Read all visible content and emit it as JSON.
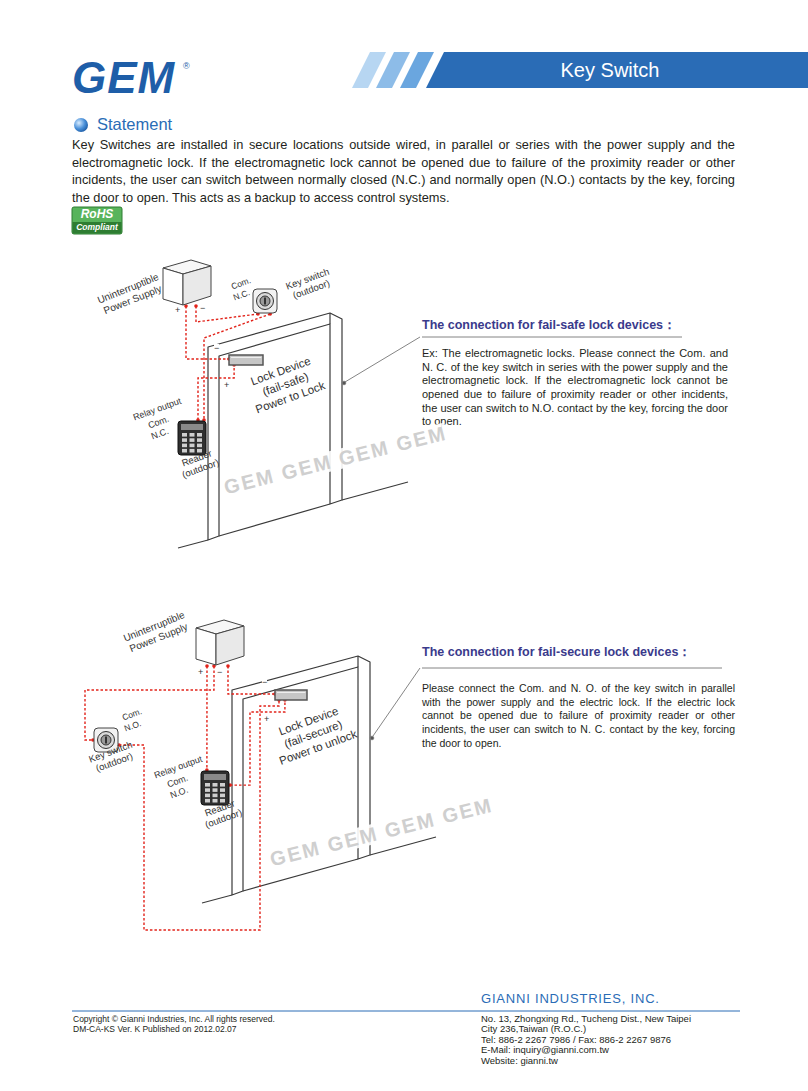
{
  "diagram": {
    "title": "Key Switch",
    "nodes": [
      {
        "text": [
          "Uninterruptible Power Supply"
        ]
      },
      {
        "text": [
          "Key switch (outdoor)"
        ]
      },
      {
        "text": [
          "Lock Device (fail-safe) Power to Lock"
        ]
      },
      {
        "text": [
          "Reader (outdoor)"
        ]
      },
      {
        "text": [
          "Uninterruptible Power Supply"
        ]
      },
      {
        "text": [
          "Key switch (outdoor)"
        ]
      },
      {
        "text": [
          "Lock Device (fail-secure) Power to unlock"
        ]
      },
      {
        "text": [
          "Reader (outdoor)"
        ]
      }
    ],
    "edges": [
      {
        "from": 0,
        "to": 1,
        "arrow": "none"
      },
      {
        "from": 1,
        "to": 3,
        "arrow": "none"
      },
      {
        "from": 3,
        "to": 2,
        "arrow": "none"
      },
      {
        "from": 0,
        "to": 2,
        "arrow": "none"
      },
      {
        "from": 4,
        "to": 7,
        "arrow": "none"
      },
      {
        "from": 4,
        "to": 5,
        "arrow": "none"
      },
      {
        "from": 5,
        "to": 6,
        "arrow": "none"
      },
      {
        "from": 7,
        "to": 6,
        "arrow": "none"
      },
      {
        "from": 4,
        "to": 6,
        "arrow": "none"
      }
    ],
    "labels": [
      "GEM",
      "®",
      "Statement",
      "Key Switches are installed in secure locations outside wired, in parallel or series with the power supply and the electromagnetic lock. If the electromagnetic lock cannot be opened due to failure of the proximity reader or other incidents, the user can switch between normally closed (N.C.) and normally open (N.O.) contacts by the key, forcing the door to open. This acts as a backup to access control systems.",
      "RoHS",
      "Compliant",
      "The connection for fail-safe lock devices：",
      "Ex: The electromagnetic locks. Please connect the Com. and N. C. of the key switch in series with the power supply and the electromagnetic lock. If the electromagnetic lock cannot be opened due to failure of proximity reader or other incidents, the user can switch to N.O. contact by the key, forcing the door to open.",
      "The connection for fail-secure lock devices：",
      "Please connect the Com. and N. O. of the key switch in parallel with the power supply and the electric lock. If the electric lock cannot be opened due to failure of proximity reader or other incidents, the user can switch to N. C. contact by the key, forcing the door to open.",
      "+",
      "−",
      "Com.",
      "N.C.",
      "−",
      "+",
      "Relay output",
      "Com.",
      "N.C.",
      "GEM GEM GEM GEM",
      "+",
      "−",
      "Com.",
      "N.O.",
      "−",
      "+",
      "Relay output",
      "Com.",
      "N.O.",
      "GEM GEM GEM GEM",
      "GIANNI INDUSTRIES, INC.",
      "Copyright © Gianni Industries, Inc. All rights reserved.",
      "DM-CA-KS Ver. K Published on 2012.02.07",
      "No. 13, Zhongxing Rd., Tucheng Dist., New Taipei",
      "City 236,Taiwan (R.O.C.)",
      "Tel: 886-2 2267 7986 / Fax: 886-2 2267 9876",
      "E-Mail: inquiry@gianni.com.tw",
      "Website: gianni.tw"
    ]
  }
}
